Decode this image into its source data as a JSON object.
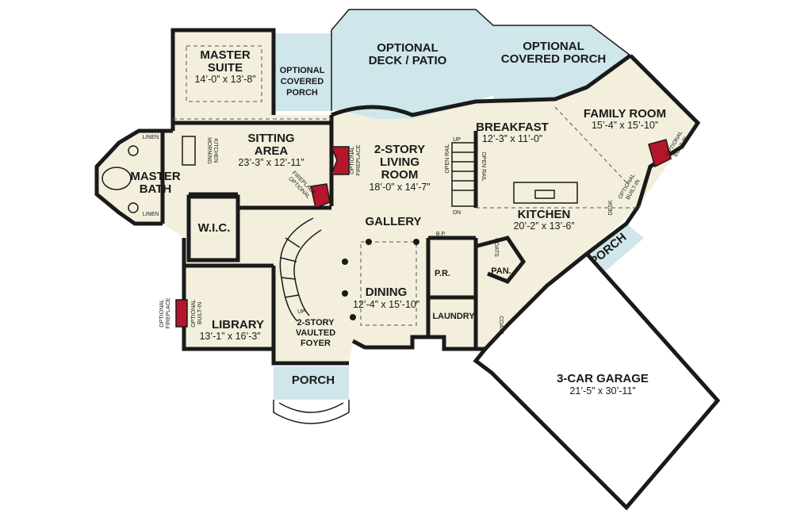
{
  "rooms": {
    "master_suite": {
      "name_1": "MASTER",
      "name_2": "SUITE",
      "dims": "14’-0” x 13’-8”"
    },
    "covered_porch_left": {
      "name_1": "OPTIONAL",
      "name_2": "COVERED",
      "name_3": "PORCH"
    },
    "deck": {
      "name_1": "OPTIONAL",
      "name_2": "DECK / PATIO"
    },
    "covered_porch_right": {
      "name_1": "OPTIONAL",
      "name_2": "COVERED PORCH"
    },
    "family_room": {
      "name": "FAMILY ROOM",
      "dims": "15’-4” x 15’-10”"
    },
    "breakfast": {
      "name": "BREAKFAST",
      "dims": "12’-3” x 11’-0”"
    },
    "sitting_area": {
      "name_1": "SITTING",
      "name_2": "AREA",
      "dims": "23’-3” x 12’-11”"
    },
    "living_room": {
      "name_1": "2-STORY",
      "name_2": "LIVING",
      "name_3": "ROOM",
      "dims": "18’-0” x 14’-7”"
    },
    "master_bath": {
      "name_1": "MASTER",
      "name_2": "BATH"
    },
    "wic": {
      "name": "W.I.C."
    },
    "gallery": {
      "name": "GALLERY"
    },
    "kitchen": {
      "name": "KITCHEN",
      "dims": "20’-2” x 13’-6”"
    },
    "dining": {
      "name": "DINING",
      "dims": "12’-4” x 15’-10”"
    },
    "library": {
      "name": "LIBRARY",
      "dims": "13’-1” x 16’-3”"
    },
    "foyer": {
      "name_1": "2-STORY",
      "name_2": "VAULTED",
      "name_3": "FOYER"
    },
    "porch_front": {
      "name": "PORCH"
    },
    "porch_side": {
      "name": "PORCH"
    },
    "garage": {
      "name": "3-CAR GARAGE",
      "dims": "21’-5” x 30’-11”"
    },
    "powder": {
      "name": "P.R."
    },
    "laundry": {
      "name": "LAUNDRY"
    },
    "pantry": {
      "name": "PAN."
    }
  },
  "small_labels": {
    "linen_1": "LINEN",
    "linen_2": "LINEN",
    "morning_kitchen_1": "MORNING",
    "morning_kitchen_2": "KITCHEN",
    "opt_fireplace_sitting_1": "OPTIONAL",
    "opt_fireplace_sitting_2": "FIREPLACE",
    "opt_fireplace_living_1": "OPTIONAL",
    "opt_fireplace_living_2": "FIREPLACE",
    "open_rail_1": "OPEN RAIL",
    "open_rail_2": "OPEN RAIL",
    "up_1": "UP",
    "dn": "DN",
    "up_2": "UP",
    "bp": "B.P.",
    "coats_1": "COATS",
    "coats_2": "COATS",
    "desk": "DESK",
    "opt_builtin_fam_1": "OPTIONAL",
    "opt_builtin_fam_2": "BUILT-IN",
    "opt_builtin_fam2_1": "OPTIONAL",
    "opt_builtin_fam2_2": "BUILT-IN",
    "opt_fireplace_lib_1": "OPTIONAL",
    "opt_fireplace_lib_2": "FIREPLACE",
    "opt_builtin_lib_1": "OPTIONAL",
    "opt_builtin_lib_2": "BUILT-IN"
  },
  "colors": {
    "interior": "#f3efdc",
    "outdoor": "#cfe6ea",
    "fireplace": "#b5162b",
    "walls": "#1a1a1a"
  }
}
